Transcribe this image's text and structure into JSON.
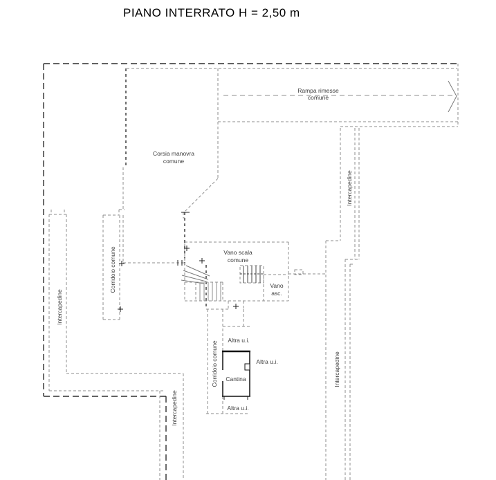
{
  "title": "PIANO INTERRATO   H = 2,50 m",
  "plan": {
    "rooms": {
      "ramp_line1": "Rampa rimesse",
      "ramp_line2": "comune",
      "corsia_line1": "Corsia manovra",
      "corsia_line2": "comune",
      "vano_scala_line1": "Vano scala",
      "vano_scala_line2": "comune",
      "vano_asc_line1": "Vano",
      "vano_asc_line2": "asc.",
      "corridoio_left": "Corridoio comune",
      "corridoio_center": "Corridoio comune",
      "cantina": "Cantina",
      "altra_ui_top": "Altra u.i.",
      "altra_ui_right": "Altra u.i.",
      "altra_ui_bottom": "Altra u.i.",
      "intercapedine_left": "Intercapedine",
      "intercapedine_bottom_left": "Intercapedine",
      "intercapedine_right_upper": "Intercapedine",
      "intercapedine_right_lower": "Intercapedine"
    },
    "colors": {
      "outer_line": "#2e2e2e",
      "inner_line": "#8d8d8d",
      "solid_wall": "#111111",
      "label": "#3c3c3c",
      "background": "#ffffff"
    }
  }
}
